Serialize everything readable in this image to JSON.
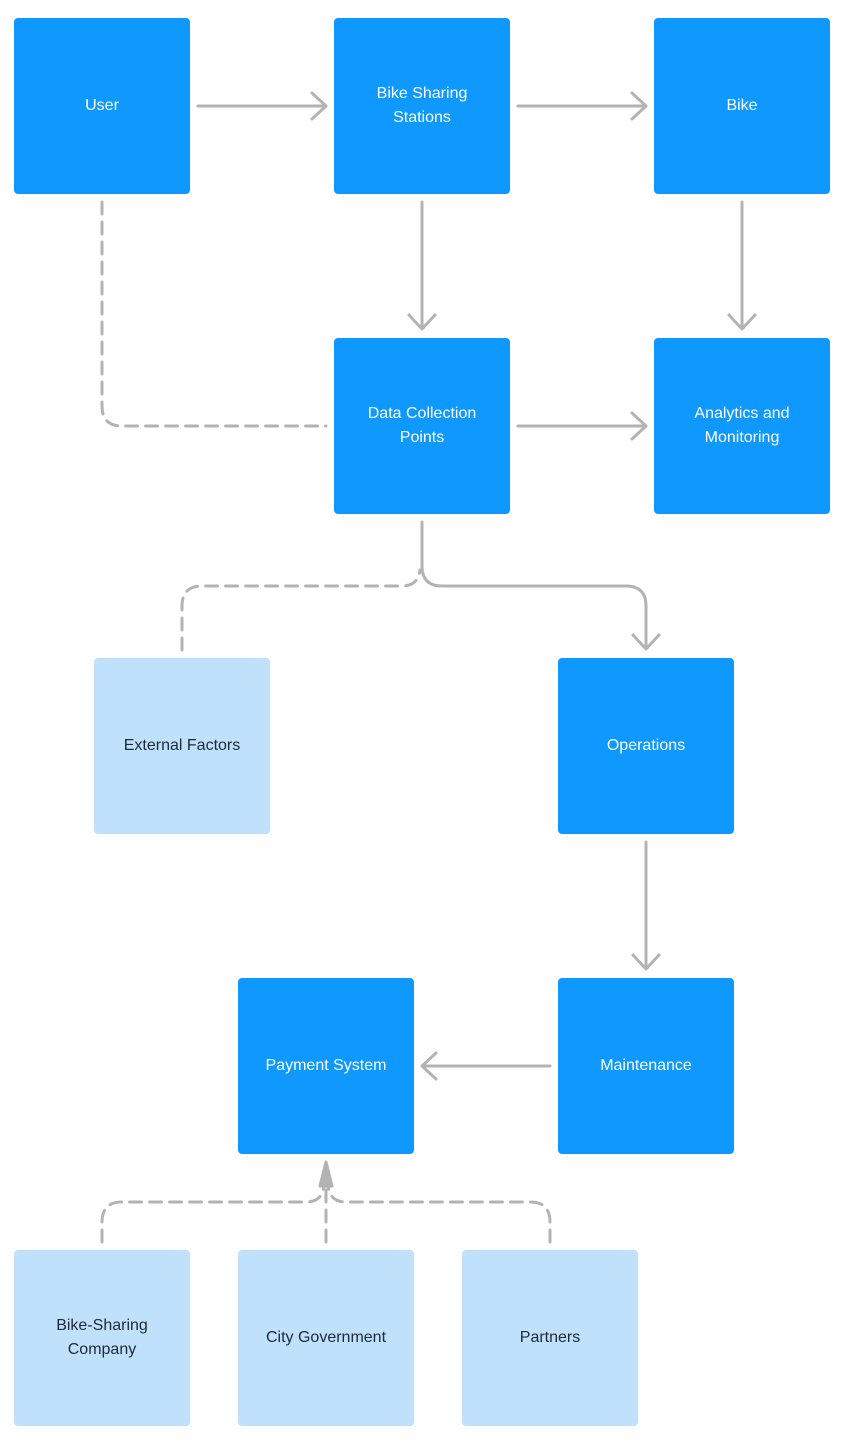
{
  "diagram": {
    "nodes": {
      "user": "User",
      "bike_sharing_stations": "Bike Sharing Stations",
      "bike": "Bike",
      "data_collection_points": "Data Collection Points",
      "analytics_and_monitoring": "Analytics and Monitoring",
      "external_factors": "External Factors",
      "operations": "Operations",
      "payment_system": "Payment System",
      "maintenance": "Maintenance",
      "bike_sharing_company": "Bike-Sharing Company",
      "city_government": "City Government",
      "partners": "Partners"
    },
    "edges": [
      {
        "from": "user",
        "to": "bike_sharing_stations",
        "style": "solid"
      },
      {
        "from": "bike_sharing_stations",
        "to": "bike",
        "style": "solid"
      },
      {
        "from": "bike_sharing_stations",
        "to": "data_collection_points",
        "style": "solid"
      },
      {
        "from": "bike",
        "to": "analytics_and_monitoring",
        "style": "solid"
      },
      {
        "from": "user",
        "to": "data_collection_points",
        "style": "dashed"
      },
      {
        "from": "data_collection_points",
        "to": "analytics_and_monitoring",
        "style": "solid"
      },
      {
        "from": "data_collection_points",
        "to": "operations",
        "style": "solid"
      },
      {
        "from": "external_factors",
        "to": "data_collection_points",
        "style": "dashed"
      },
      {
        "from": "operations",
        "to": "maintenance",
        "style": "solid"
      },
      {
        "from": "maintenance",
        "to": "payment_system",
        "style": "solid"
      },
      {
        "from": "bike_sharing_company",
        "to": "payment_system",
        "style": "dashed"
      },
      {
        "from": "city_government",
        "to": "payment_system",
        "style": "dashed"
      },
      {
        "from": "partners",
        "to": "payment_system",
        "style": "dashed"
      }
    ]
  },
  "colors": {
    "primary_node": "#0f99ff",
    "secondary_node": "#bfe1fb",
    "connector": "#b3b3b3",
    "primary_text": "#ffffff",
    "secondary_text": "#1f2a36"
  }
}
